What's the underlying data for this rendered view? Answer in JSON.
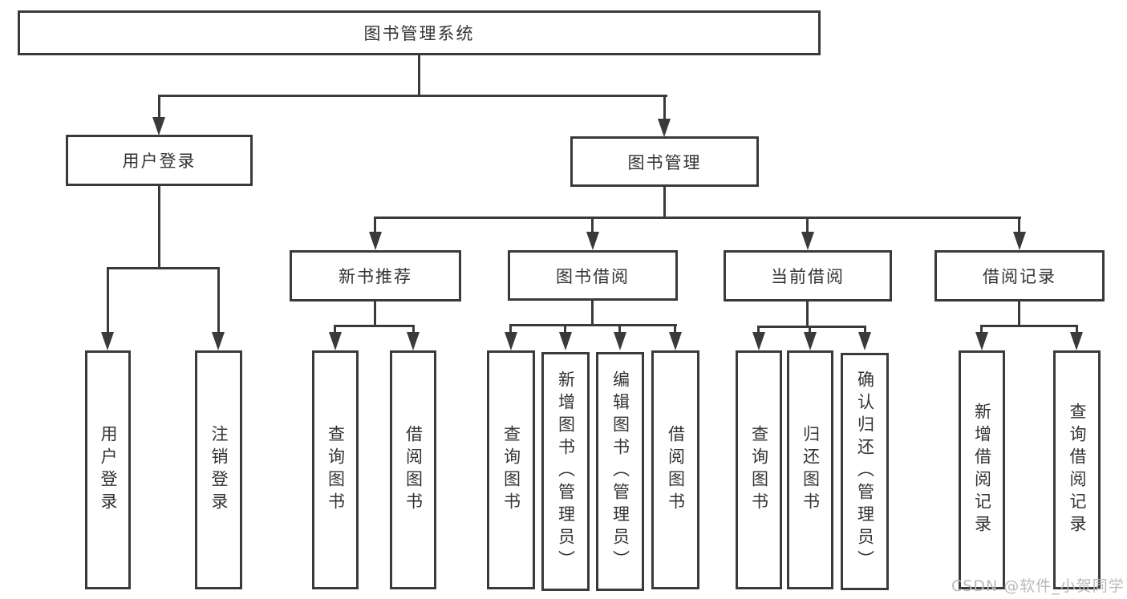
{
  "colors": {
    "line": "#3a3a3a",
    "box_border": "#3a3a3a",
    "text": "#333333",
    "watermark": "#b9b9b9",
    "background": "#ffffff"
  },
  "root": {
    "label": "图书管理系统"
  },
  "level2": {
    "userLogin": {
      "label": "用户登录"
    },
    "bookMgmt": {
      "label": "图书管理"
    }
  },
  "level3": {
    "newBookRec": {
      "label": "新书推荐"
    },
    "bookBorrow": {
      "label": "图书借阅"
    },
    "currentBorrow": {
      "label": "当前借阅"
    },
    "borrowRecord": {
      "label": "借阅记录"
    }
  },
  "leaves": {
    "login": {
      "label": "用户登录"
    },
    "logout": {
      "label": "注销登录"
    },
    "nbQuery": {
      "label": "查询图书"
    },
    "nbBorrow": {
      "label": "借阅图书"
    },
    "bbQuery": {
      "label": "查询图书"
    },
    "bbAdd": {
      "label": "新增图书（管理员）"
    },
    "bbEdit": {
      "label": "编辑图书（管理员）"
    },
    "bbBorrow": {
      "label": "借阅图书"
    },
    "cbQuery": {
      "label": "查询图书"
    },
    "cbReturn": {
      "label": "归还图书"
    },
    "cbConfirm": {
      "label": "确认归还（管理员）"
    },
    "brAdd": {
      "label": "新增借阅记录"
    },
    "brQuery": {
      "label": "查询借阅记录"
    }
  },
  "watermark": {
    "text": "CSDN @软件_小贺同学"
  }
}
